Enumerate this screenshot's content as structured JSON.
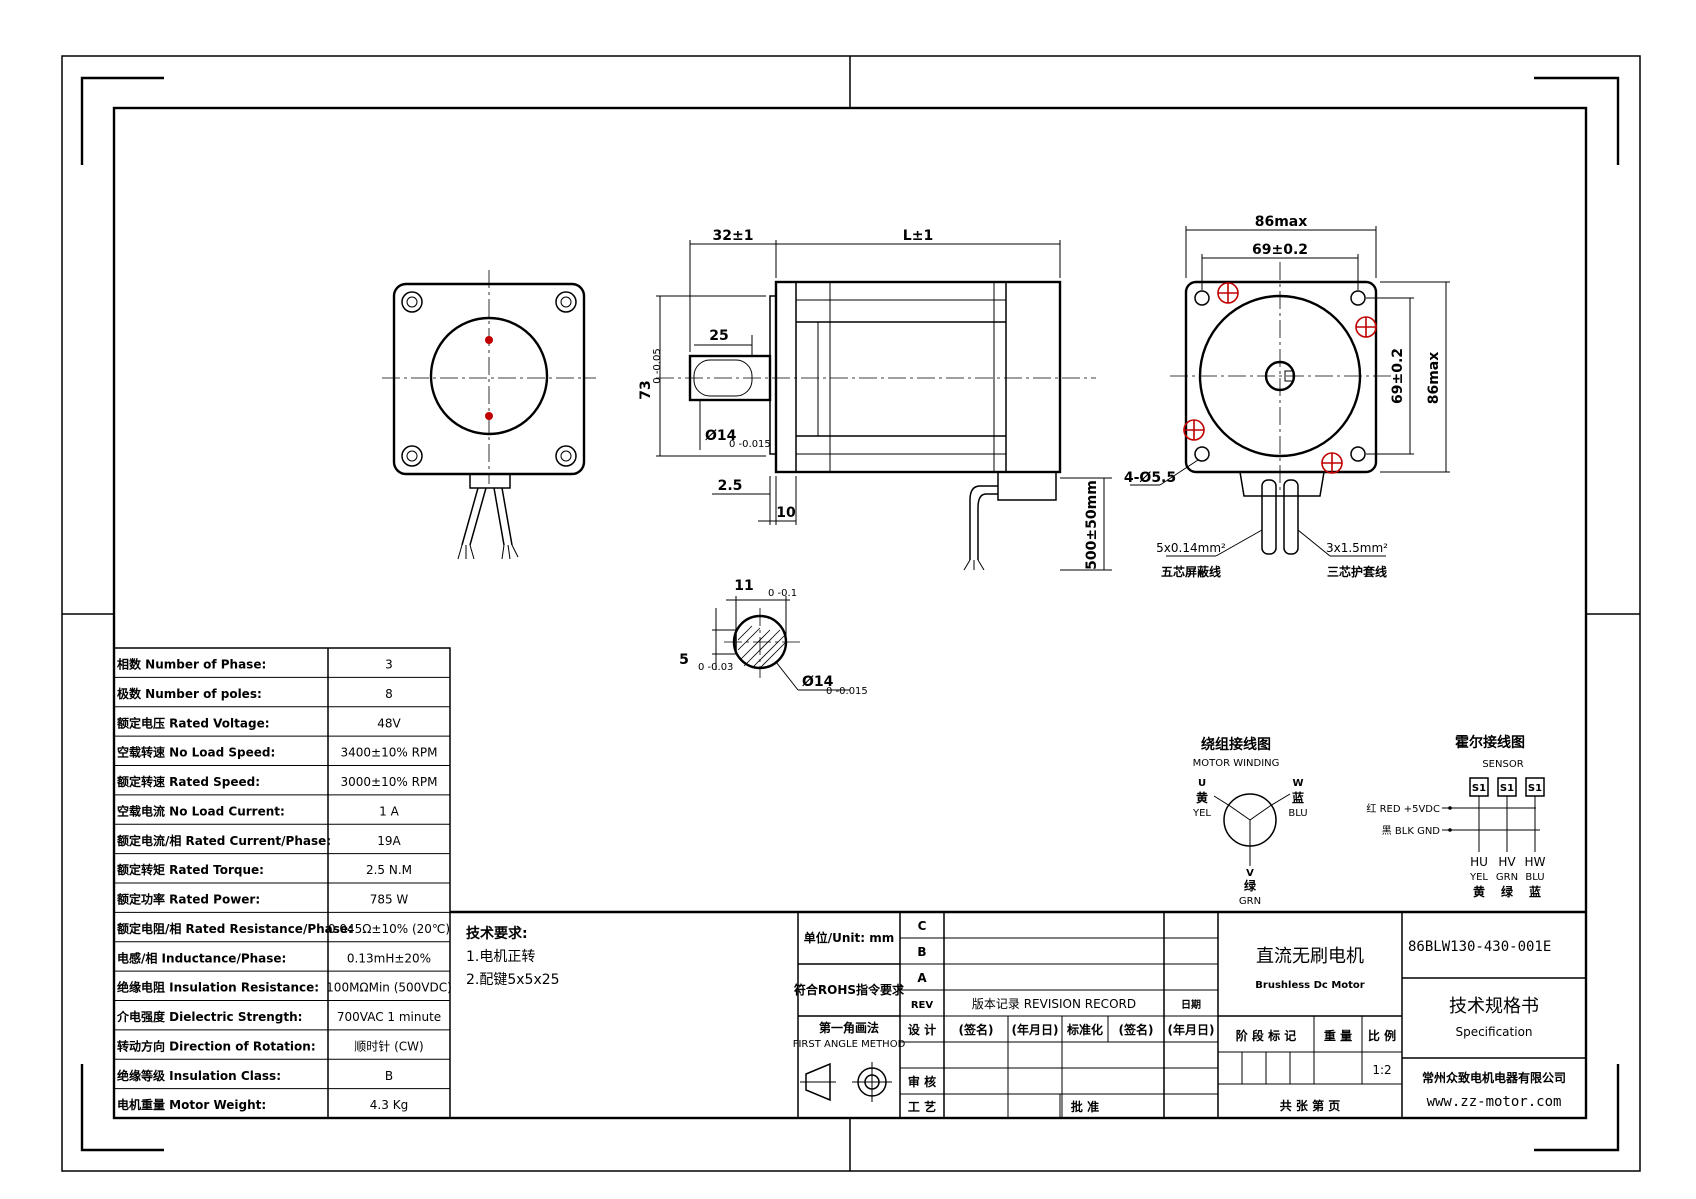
{
  "dimensions": {
    "shaft_length": "32±1",
    "body_length": "L±1",
    "key_length": "25",
    "flange_height": "73",
    "flange_tol": "0 -0.05",
    "shaft_dia": "Ø14",
    "shaft_dia_tol": "0 -0.015",
    "flange_thickness": "2.5",
    "pilot": "10",
    "lead_length": "500±50mm",
    "width_max": "86max",
    "hole_pitch_h": "69±0.2",
    "hole_pitch_v": "69±0.2",
    "height_max": "86max",
    "mount_holes": "4-Ø5.5",
    "key_width": "11",
    "key_width_tol": "0 -0.1",
    "key_depth": "5",
    "key_depth_tol": "0 -0.03",
    "section_dia": "Ø14",
    "section_dia_tol": "0 -0.015"
  },
  "cables": {
    "signal": "5x0.14mm²",
    "signal_cn": "五芯屏蔽线",
    "power": "3x1.5mm²",
    "power_cn": "三芯护套线"
  },
  "winding": {
    "title_cn": "绕组接线图",
    "title_en": "MOTOR WINDING",
    "u": "U",
    "u_cn": "黄",
    "u_en": "YEL",
    "w": "W",
    "w_cn": "蓝",
    "w_en": "BLU",
    "v": "V",
    "v_cn": "绿",
    "v_en": "GRN"
  },
  "hall": {
    "title_cn": "霍尔接线图",
    "title_en": "SENSOR",
    "sensor_label": "S1",
    "red": "红 RED  +5VDC",
    "blk": "黑 BLK  GND",
    "hu": "HU",
    "hu_en": "YEL",
    "hu_cn": "黄",
    "hv": "HV",
    "hv_en": "GRN",
    "hv_cn": "绿",
    "hw": "HW",
    "hw_en": "BLU",
    "hw_cn": "蓝"
  },
  "specs": [
    {
      "label": "相数 Number of Phase:",
      "value": "3"
    },
    {
      "label": "极数 Number of poles:",
      "value": "8"
    },
    {
      "label": "额定电压 Rated Voltage:",
      "value": "48V"
    },
    {
      "label": "空载转速 No Load Speed:",
      "value": "3400±10% RPM"
    },
    {
      "label": "额定转速 Rated Speed:",
      "value": "3000±10% RPM"
    },
    {
      "label": "空载电流 No Load Current:",
      "value": "1 A"
    },
    {
      "label": "额定电流/相 Rated Current/Phase:",
      "value": "19A"
    },
    {
      "label": "额定转矩 Rated Torque:",
      "value": "2.5 N.M"
    },
    {
      "label": "额定功率 Rated Power:",
      "value": "785 W"
    },
    {
      "label": "额定电阻/相 Rated Resistance/Phase:",
      "value": "0.045Ω±10% (20℃)"
    },
    {
      "label": "电感/相 Inductance/Phase:",
      "value": "0.13mH±20%"
    },
    {
      "label": "绝缘电阻 Insulation Resistance:",
      "value": "100MΩMin (500VDC)"
    },
    {
      "label": "介电强度 Dielectric Strength:",
      "value": "700VAC 1 minute"
    },
    {
      "label": "转动方向 Direction of Rotation:",
      "value": "顺时针 (CW)"
    },
    {
      "label": "绝缘等级 Insulation Class:",
      "value": "B"
    },
    {
      "label": "电机重量 Motor Weight:",
      "value": "4.3 Kg"
    }
  ],
  "tech": {
    "title": "技术要求:",
    "items": [
      "1.电机正转",
      "2.配键5x5x25"
    ]
  },
  "title_block": {
    "unit": "单位/Unit: mm",
    "rohs": "符合ROHS指令要求",
    "projection_cn": "第一角画法",
    "projection_en": "FIRST ANGLE METHOD",
    "rev_c": "C",
    "rev_b": "B",
    "rev_a": "A",
    "rev_mark": "REV",
    "revision_record": "版本记录 REVISION RECORD",
    "date_hdr": "日期",
    "design": "设 计",
    "sign1": "(签名)",
    "date1": "(年月日)",
    "standard": "标准化",
    "sign2": "(签名)",
    "date2": "(年月日)",
    "check": "审 核",
    "process": "工 艺",
    "approve": "批 准",
    "product_cn": "直流无刷电机",
    "product_en": "Brushless Dc Motor",
    "stage": "阶 段 标 记",
    "weight": "重 量",
    "ratio": "比 例",
    "scale": "1:2",
    "sheets": "共      张      第      页",
    "model": "86BLW130-430-001E",
    "doc_cn": "技术规格书",
    "doc_en": "Specification",
    "company": "常州众致电机电器有限公司",
    "website": "www.zz-motor.com"
  }
}
